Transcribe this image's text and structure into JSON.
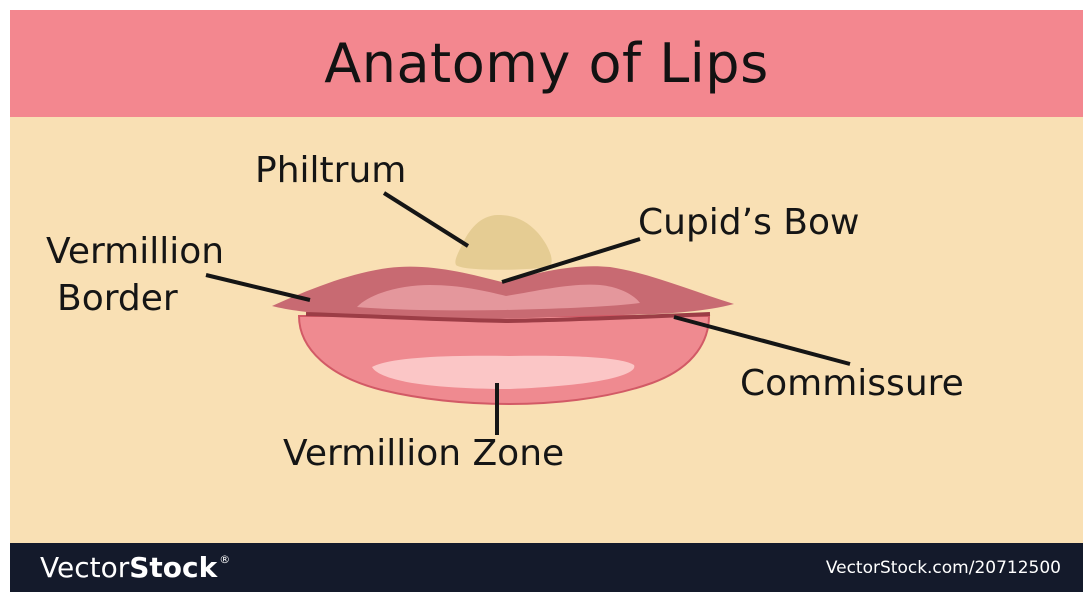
{
  "title": "Anatomy of Lips",
  "labels": {
    "philtrum": "Philtrum",
    "cupids_bow": "Cupid’s Bow",
    "vermillion_border_line1": "Vermillion",
    "vermillion_border_line2": "Border",
    "commissure": "Commissure",
    "vermillion_zone": "Vermillion Zone"
  },
  "footer": {
    "logo_light": "Vector",
    "logo_bold": "Stock",
    "logo_reg": "®",
    "url": "VectorStock.com/20712500"
  },
  "colors": {
    "title_bar": "#f3878f",
    "background": "#f9e0b4",
    "footer": "#141a2b",
    "philtrum": "#e5cc93",
    "upper_lip": "#c86a72",
    "upper_lip_highlight": "#e4979c",
    "lower_lip": "#ef8a90",
    "lower_lip_highlight": "#fbc6c6",
    "lip_line": "#9c3d46",
    "lower_lip_edge": "#d25a66",
    "leader_line": "#151515"
  },
  "icons": {
    "philtrum_shape": "philtrum-shape",
    "lips": "lips-illustration"
  }
}
